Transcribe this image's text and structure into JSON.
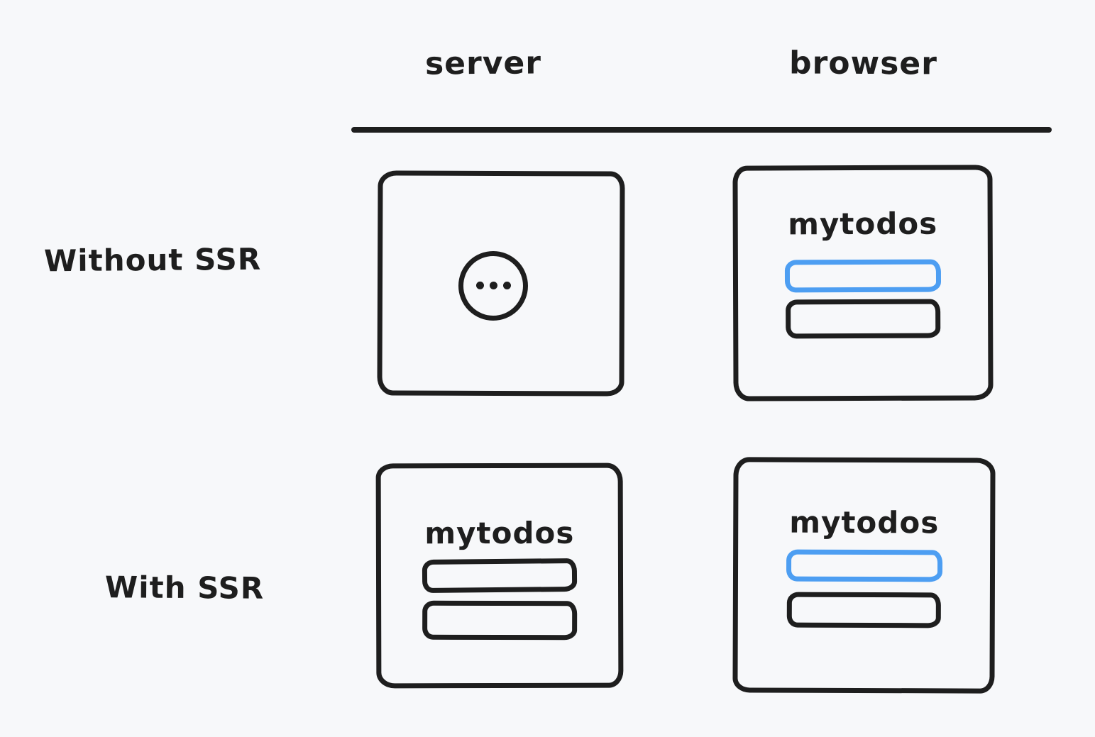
{
  "colors": {
    "background": "#f7f8fa",
    "stroke": "#1e1e1e",
    "accent_blue": "#4d9ef2"
  },
  "header": {
    "columns": [
      {
        "id": "server",
        "label": "server"
      },
      {
        "id": "browser",
        "label": "browser"
      }
    ]
  },
  "rows": [
    {
      "label": "Without SSR",
      "cells": {
        "server": {
          "type": "loading",
          "icon": "ellipsis-loading-icon"
        },
        "browser": {
          "type": "app",
          "title": "mytodos",
          "items": [
            {
              "style": "accent"
            },
            {
              "style": "default"
            }
          ]
        }
      }
    },
    {
      "label": "With SSR",
      "cells": {
        "server": {
          "type": "app",
          "title": "mytodos",
          "items": [
            {
              "style": "default"
            },
            {
              "style": "default"
            }
          ]
        },
        "browser": {
          "type": "app",
          "title": "mytodos",
          "items": [
            {
              "style": "accent"
            },
            {
              "style": "default"
            }
          ]
        }
      }
    }
  ]
}
